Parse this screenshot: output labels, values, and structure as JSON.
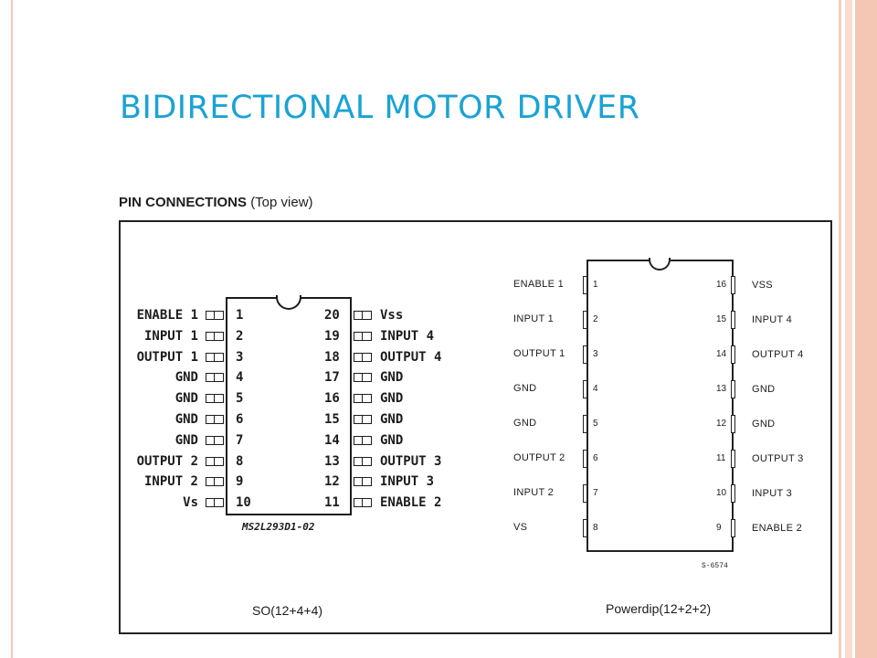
{
  "slide": {
    "title": "BIDIRECTIONAL MOTOR DRIVER"
  },
  "pin_connections": {
    "heading": "PIN CONNECTIONS",
    "view": "(Top view)"
  },
  "so_package": {
    "caption": "SO(12+4+4)",
    "part_code": "MS2L293D1-02",
    "left_pins": [
      {
        "num": "1",
        "label": "ENABLE 1"
      },
      {
        "num": "2",
        "label": "INPUT 1"
      },
      {
        "num": "3",
        "label": "OUTPUT 1"
      },
      {
        "num": "4",
        "label": "GND"
      },
      {
        "num": "5",
        "label": "GND"
      },
      {
        "num": "6",
        "label": "GND"
      },
      {
        "num": "7",
        "label": "GND"
      },
      {
        "num": "8",
        "label": "OUTPUT 2"
      },
      {
        "num": "9",
        "label": "INPUT 2"
      },
      {
        "num": "10",
        "label": "Vs"
      }
    ],
    "right_pins": [
      {
        "num": "20",
        "label": "Vss"
      },
      {
        "num": "19",
        "label": "INPUT 4"
      },
      {
        "num": "18",
        "label": "OUTPUT 4"
      },
      {
        "num": "17",
        "label": "GND"
      },
      {
        "num": "16",
        "label": "GND"
      },
      {
        "num": "15",
        "label": "GND"
      },
      {
        "num": "14",
        "label": "GND"
      },
      {
        "num": "13",
        "label": "OUTPUT 3"
      },
      {
        "num": "12",
        "label": "INPUT 3"
      },
      {
        "num": "11",
        "label": "ENABLE 2"
      }
    ]
  },
  "powerdip_package": {
    "caption": "Powerdip(12+2+2)",
    "part_code": "S-6574",
    "left_pins": [
      {
        "num": "1",
        "label": "ENABLE 1"
      },
      {
        "num": "2",
        "label": "INPUT 1"
      },
      {
        "num": "3",
        "label": "OUTPUT 1"
      },
      {
        "num": "4",
        "label": "GND"
      },
      {
        "num": "5",
        "label": "GND"
      },
      {
        "num": "6",
        "label": "OUTPUT 2"
      },
      {
        "num": "7",
        "label": "INPUT 2"
      },
      {
        "num": "8",
        "label": "VS"
      }
    ],
    "right_pins": [
      {
        "num": "16",
        "label": "VSS"
      },
      {
        "num": "15",
        "label": "INPUT 4"
      },
      {
        "num": "14",
        "label": "OUTPUT 4"
      },
      {
        "num": "13",
        "label": "GND"
      },
      {
        "num": "12",
        "label": "GND"
      },
      {
        "num": "11",
        "label": "OUTPUT 3"
      },
      {
        "num": "10",
        "label": "INPUT 3"
      },
      {
        "num": "9",
        "label": "ENABLE 2"
      }
    ]
  }
}
